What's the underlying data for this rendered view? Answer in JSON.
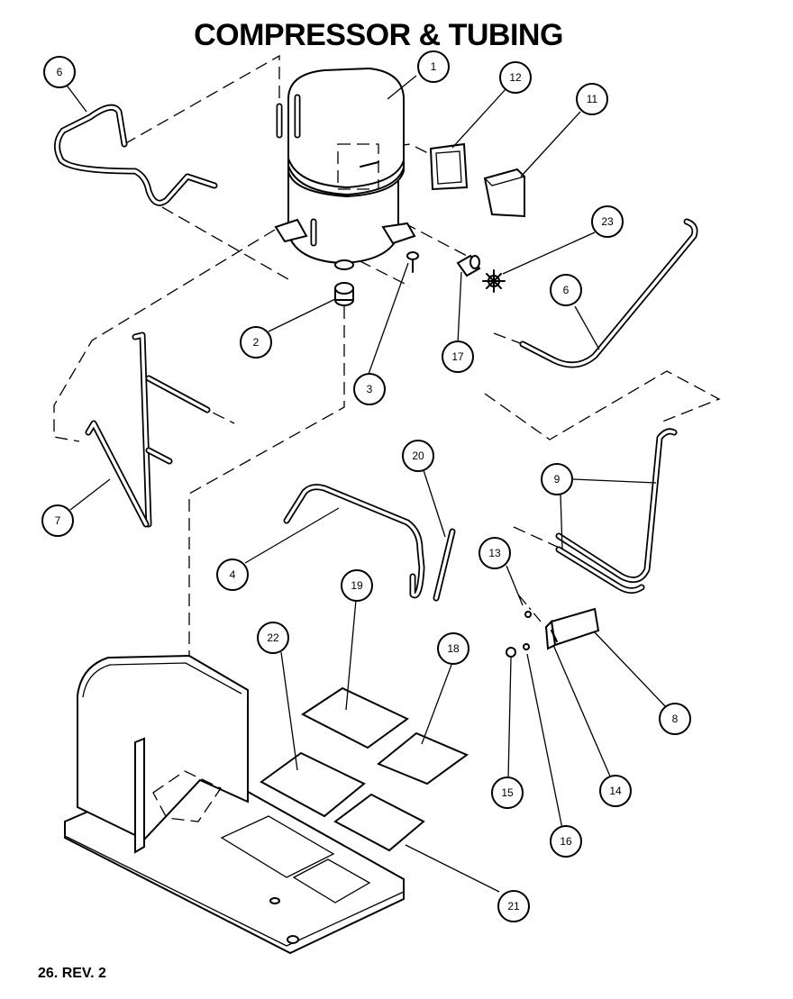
{
  "title": "COMPRESSOR & TUBING",
  "footer": "26. REV. 2",
  "callouts": [
    {
      "id": "c6a",
      "label": "6"
    },
    {
      "id": "c1",
      "label": "1"
    },
    {
      "id": "c12",
      "label": "12"
    },
    {
      "id": "c11",
      "label": "11"
    },
    {
      "id": "c23",
      "label": "23"
    },
    {
      "id": "c6b",
      "label": "6"
    },
    {
      "id": "c2",
      "label": "2"
    },
    {
      "id": "c3",
      "label": "3"
    },
    {
      "id": "c17",
      "label": "17"
    },
    {
      "id": "c7",
      "label": "7"
    },
    {
      "id": "c20",
      "label": "20"
    },
    {
      "id": "c9",
      "label": "9"
    },
    {
      "id": "c4",
      "label": "4"
    },
    {
      "id": "c13",
      "label": "13"
    },
    {
      "id": "c19",
      "label": "19"
    },
    {
      "id": "c18",
      "label": "18"
    },
    {
      "id": "c22",
      "label": "22"
    },
    {
      "id": "c8",
      "label": "8"
    },
    {
      "id": "c15",
      "label": "15"
    },
    {
      "id": "c14",
      "label": "14"
    },
    {
      "id": "c16",
      "label": "16"
    },
    {
      "id": "c21",
      "label": "21"
    }
  ]
}
